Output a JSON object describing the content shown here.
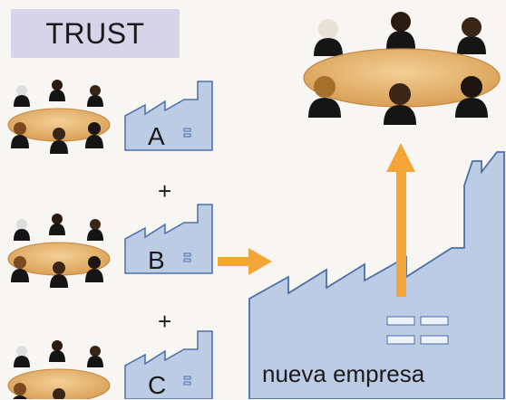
{
  "title": "TRUST",
  "companies": [
    {
      "label": "A"
    },
    {
      "label": "B"
    },
    {
      "label": "C"
    }
  ],
  "operators": [
    "+",
    "+"
  ],
  "new_company": {
    "label": "nueva empresa"
  },
  "colors": {
    "title_bg": "#d7d4ea",
    "factory_fill": "#bccce5",
    "factory_stroke": "#4a6fa8",
    "arrow": "#f3a637",
    "table": "#e6b46b",
    "suit": "#151515",
    "skin": "#d9a77a"
  },
  "icons": [
    "boardroom-table-icon",
    "factory-icon",
    "arrow-right-icon",
    "arrow-up-icon"
  ]
}
